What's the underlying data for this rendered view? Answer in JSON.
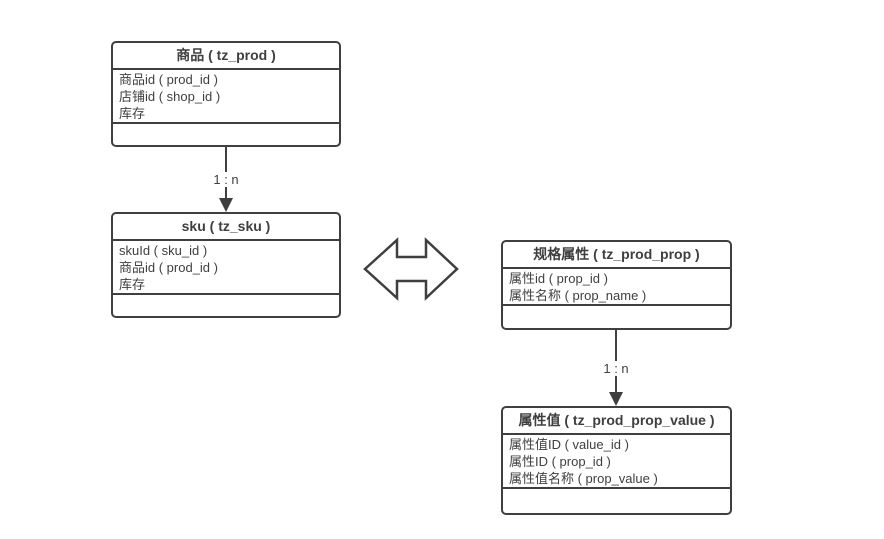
{
  "diagram": {
    "colors": {
      "stroke": "#3f3f3f",
      "background": "#ffffff",
      "text": "#3f3f3f"
    },
    "entities": [
      {
        "title": "商品 ( tz_prod )",
        "fields": [
          "商品id ( prod_id )",
          "店铺id ( shop_id )",
          "库存"
        ]
      },
      {
        "title": "sku ( tz_sku )",
        "fields": [
          "skuId ( sku_id )",
          "商品id ( prod_id )",
          "库存"
        ]
      },
      {
        "title": "规格属性 ( tz_prod_prop )",
        "fields": [
          "属性id ( prop_id )",
          "属性名称 ( prop_name )"
        ]
      },
      {
        "title": "属性值 ( tz_prod_prop_value )",
        "fields": [
          "属性值ID ( value_id )",
          "属性ID ( prop_id )",
          "属性值名称 ( prop_value )"
        ]
      }
    ],
    "connectors": [
      {
        "label": "1 : n"
      },
      {
        "label": "1 : n"
      }
    ]
  }
}
